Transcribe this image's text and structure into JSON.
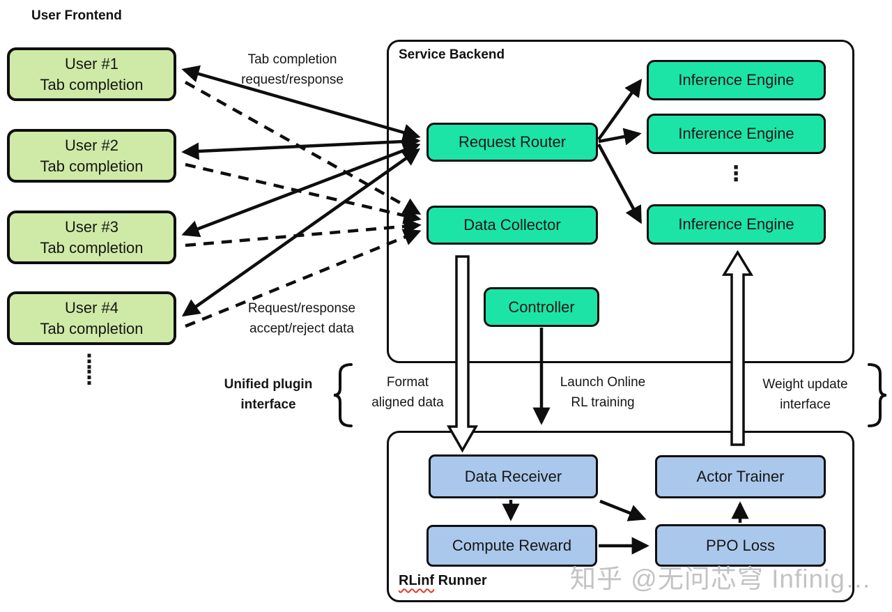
{
  "frontend": {
    "title": "User Frontend",
    "ellipsis": "⋮\n⋮",
    "users": [
      {
        "line1": "User #1",
        "line2": "Tab completion"
      },
      {
        "line1": "User #2",
        "line2": "Tab completion"
      },
      {
        "line1": "User #3",
        "line2": "Tab completion"
      },
      {
        "line1": "User #4",
        "line2": "Tab completion"
      }
    ]
  },
  "service_backend": {
    "title": "Service Backend",
    "request_router": "Request Router",
    "data_collector": "Data Collector",
    "controller": "Controller",
    "inference_engines": [
      "Inference Engine",
      "Inference Engine",
      "Inference Engine"
    ],
    "ellipsis": "⋮"
  },
  "rlinf_runner": {
    "title_word1": "RLinf",
    "title_word2": "Runner",
    "data_receiver": "Data Receiver",
    "actor_trainer": "Actor Trainer",
    "compute_reward": "Compute Reward",
    "ppo_loss": "PPO Loss"
  },
  "labels": {
    "tab_completion": {
      "line1": "Tab completion",
      "line2": "request/response"
    },
    "accept_reject": {
      "line1": "Request/response",
      "line2": "accept/reject data"
    },
    "unified_plugin": {
      "line1": "Unified plugin",
      "line2": "interface"
    },
    "format_aligned": {
      "line1": "Format",
      "line2": "aligned data"
    },
    "launch_rl": {
      "line1": "Launch Online",
      "line2": "RL training"
    },
    "weight_update": {
      "line1": "Weight update",
      "line2": "interface"
    }
  },
  "watermark": "知乎 @无问芯穹 Infinig…",
  "colors": {
    "user_box": "#cfeaa7",
    "backend_box": "#1ce4a7",
    "runner_box": "#aac8eb",
    "border": "#111111",
    "squiggle": "#e03a2f",
    "watermark": "#c3c3c3"
  }
}
